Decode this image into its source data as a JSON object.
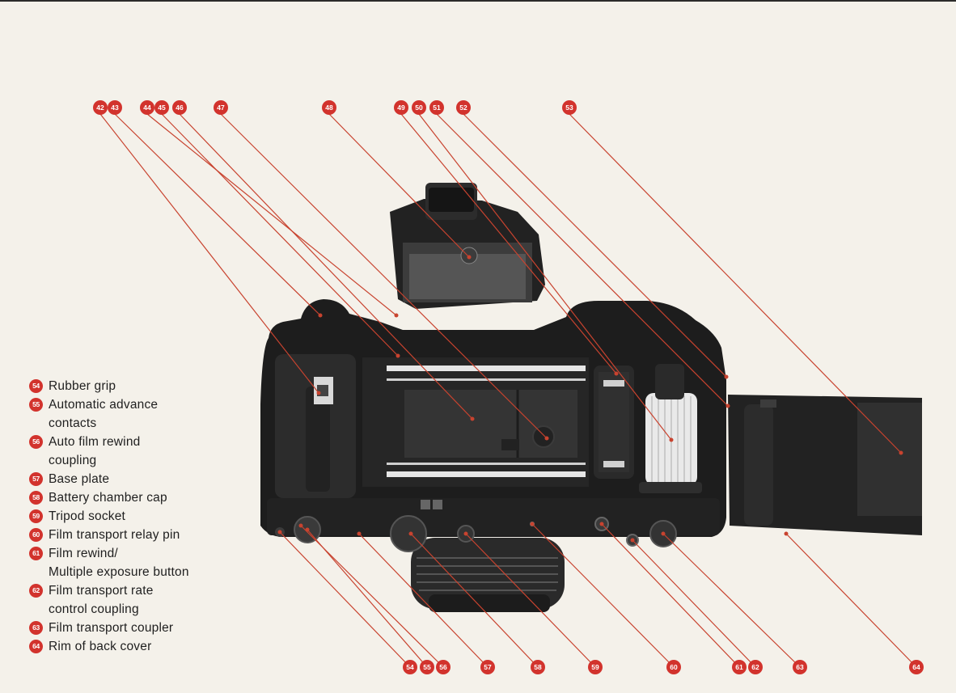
{
  "callouts_top": [
    {
      "num": "42"
    },
    {
      "num": "43"
    },
    {
      "num": "44"
    },
    {
      "num": "45"
    },
    {
      "num": "46"
    },
    {
      "num": "47"
    },
    {
      "num": "48"
    },
    {
      "num": "49"
    },
    {
      "num": "50"
    },
    {
      "num": "51"
    },
    {
      "num": "52"
    },
    {
      "num": "53"
    }
  ],
  "callouts_bottom": [
    {
      "num": "54"
    },
    {
      "num": "55"
    },
    {
      "num": "56"
    },
    {
      "num": "57"
    },
    {
      "num": "58"
    },
    {
      "num": "59"
    },
    {
      "num": "60"
    },
    {
      "num": "61"
    },
    {
      "num": "62"
    },
    {
      "num": "63"
    },
    {
      "num": "64"
    }
  ],
  "legend": [
    {
      "num": "54",
      "lines": [
        "Rubber grip"
      ]
    },
    {
      "num": "55",
      "lines": [
        "Automatic advance",
        "contacts"
      ]
    },
    {
      "num": "56",
      "lines": [
        "Auto film rewind",
        "coupling"
      ]
    },
    {
      "num": "57",
      "lines": [
        "Base plate"
      ]
    },
    {
      "num": "58",
      "lines": [
        "Battery chamber cap"
      ]
    },
    {
      "num": "59",
      "lines": [
        "Tripod socket"
      ]
    },
    {
      "num": "60",
      "lines": [
        "Film transport relay pin"
      ]
    },
    {
      "num": "61",
      "lines": [
        "Film rewind/",
        "Multiple exposure button"
      ]
    },
    {
      "num": "62",
      "lines": [
        "Film transport rate",
        "control coupling"
      ]
    },
    {
      "num": "63",
      "lines": [
        "Film transport coupler"
      ]
    },
    {
      "num": "64",
      "lines": [
        "Rim of back cover"
      ]
    }
  ],
  "colors": {
    "callout": "#d2332d",
    "leader": "#c8432f",
    "body": "#1c1c1c",
    "paper": "#f4f1ea"
  }
}
